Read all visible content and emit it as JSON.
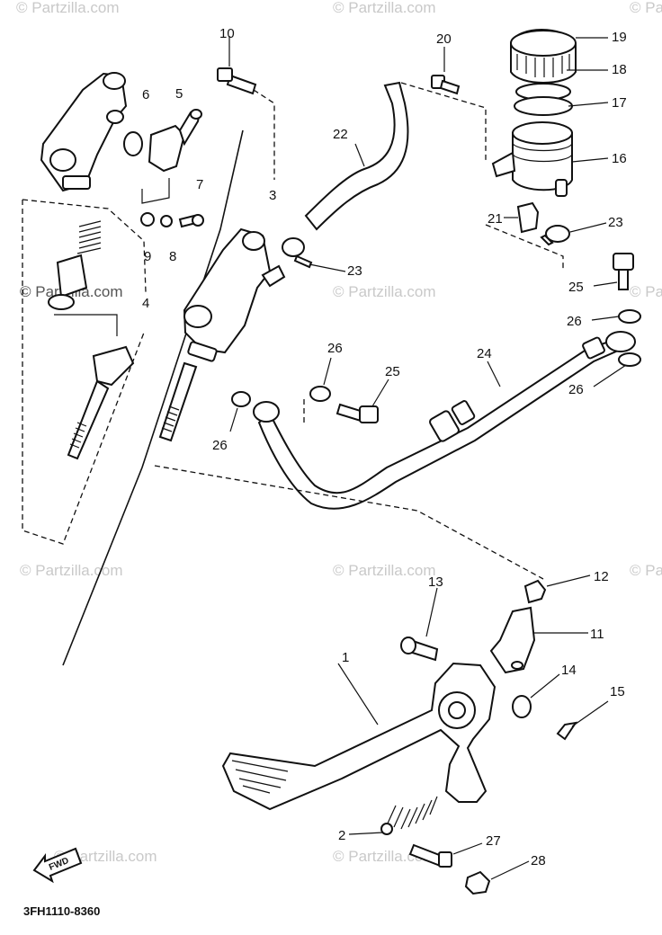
{
  "watermark": "© Partzilla.com",
  "diagram_code": "3FH1110-8360",
  "fwd_label": "FWD",
  "labels": {
    "p1": "1",
    "p2": "2",
    "p3": "3",
    "p4": "4",
    "p5": "5",
    "p6": "6",
    "p7": "7",
    "p8": "8",
    "p9": "9",
    "p10": "10",
    "p11": "11",
    "p12": "12",
    "p13": "13",
    "p14": "14",
    "p15": "15",
    "p16": "16",
    "p17": "17",
    "p18": "18",
    "p19": "19",
    "p20": "20",
    "p21": "21",
    "p22": "22",
    "p23a": "23",
    "p23b": "23",
    "p24": "24",
    "p25a": "25",
    "p25b": "25",
    "p26a": "26",
    "p26b": "26",
    "p26c": "26",
    "p26d": "26",
    "p27": "27",
    "p28": "28"
  }
}
